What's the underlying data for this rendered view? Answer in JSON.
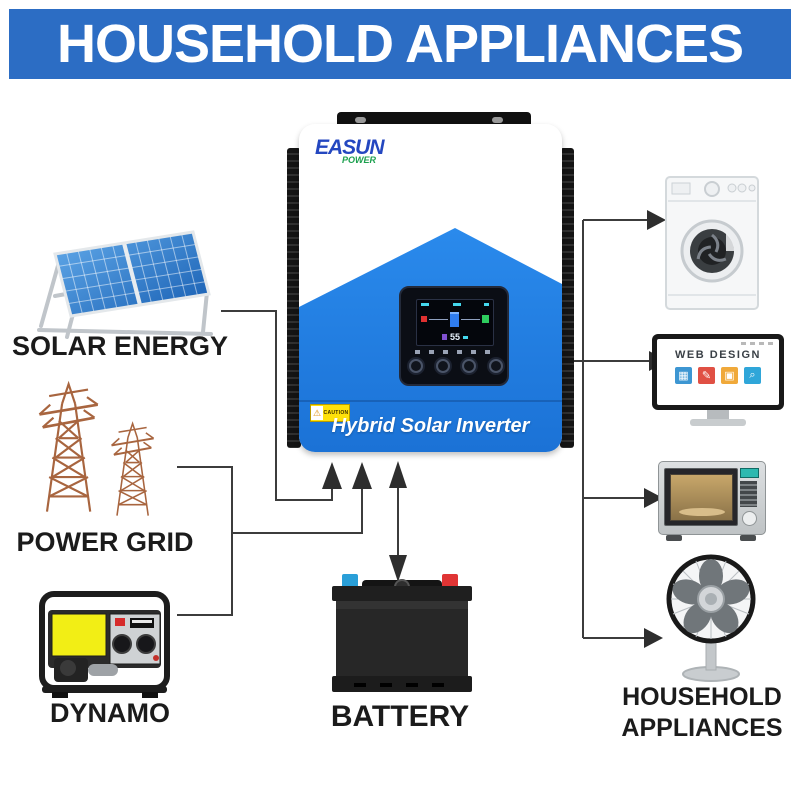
{
  "banner": {
    "title": "HOUSEHOLD APPLIANCES",
    "bg_color": "#2c6dc4",
    "text_color": "#ffffff"
  },
  "inverter": {
    "brand_line1": "EASUN",
    "brand_line2": "POWER",
    "product_label": "Hybrid Solar Inverter",
    "caution_label": "CAUTION",
    "lcd_battery_value": "55",
    "body_color": "#1f7ee2",
    "brand_blue": "#2447c0",
    "brand_green": "#1ca04e"
  },
  "nodes": {
    "solar": {
      "label": "SOLAR ENERGY"
    },
    "grid": {
      "label": "POWER GRID"
    },
    "dynamo": {
      "label": "DYNAMO"
    },
    "battery": {
      "label": "BATTERY"
    },
    "appliances": {
      "label_line1": "HOUSEHOLD",
      "label_line2": "APPLIANCES"
    }
  },
  "monitor": {
    "screen_title": "WEB DESIGN",
    "tiles": [
      {
        "name": "grid-tile",
        "glyph": "▦",
        "color": "#3d96d2"
      },
      {
        "name": "pen-tile",
        "glyph": "✎",
        "color": "#e05044"
      },
      {
        "name": "layout-tile",
        "glyph": "▣",
        "color": "#f0a93a"
      },
      {
        "name": "search-tile",
        "glyph": "⌕",
        "color": "#2fa6d9"
      }
    ]
  },
  "icons": {
    "warning": "⚠"
  },
  "colors": {
    "connector": "#3c3c3c",
    "battery_terminal_negative": "#2a9fd8",
    "battery_terminal_positive": "#e03434",
    "generator_panel_yellow": "#f2ee15",
    "solar_panel_blue": "#2f7fd4",
    "tower_brown": "#a8653f"
  }
}
